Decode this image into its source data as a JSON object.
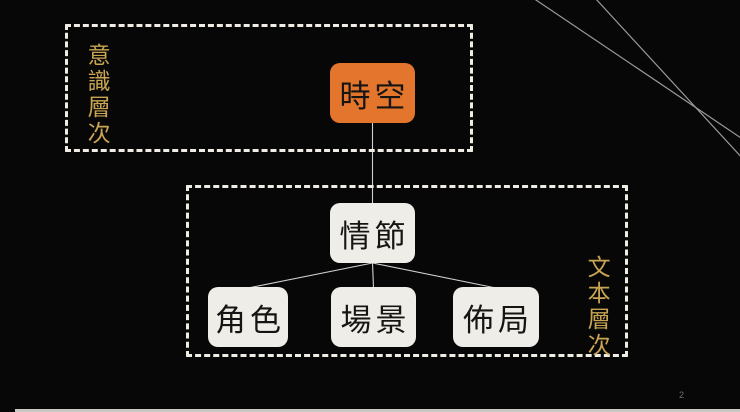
{
  "slide": {
    "page_number": "2",
    "colors": {
      "background": "#070707",
      "accent_orange": "#e4752c",
      "node_fill_cream": "#efede7",
      "gold_label_text": "#c9a553",
      "dashed_frame": "#efece4",
      "connector": "#d0d0d0"
    },
    "diagram": {
      "frames": {
        "consciousness": {
          "label": "意識層次",
          "label_side": "left"
        },
        "text": {
          "label": "文本層次",
          "label_side": "right"
        }
      },
      "nodes": {
        "spacetime": {
          "label": "時空",
          "frame": "consciousness",
          "style": "orange"
        },
        "plot": {
          "label": "情節",
          "frame": "text",
          "style": "cream"
        },
        "character": {
          "label": "角色",
          "frame": "text",
          "style": "cream"
        },
        "scene": {
          "label": "場景",
          "frame": "text",
          "style": "cream"
        },
        "layout": {
          "label": "佈局",
          "frame": "text",
          "style": "cream"
        }
      },
      "edges": [
        {
          "from": "時空",
          "to": "情節"
        },
        {
          "from": "情節",
          "to": "角色"
        },
        {
          "from": "情節",
          "to": "場景"
        },
        {
          "from": "情節",
          "to": "佈局"
        }
      ]
    }
  }
}
